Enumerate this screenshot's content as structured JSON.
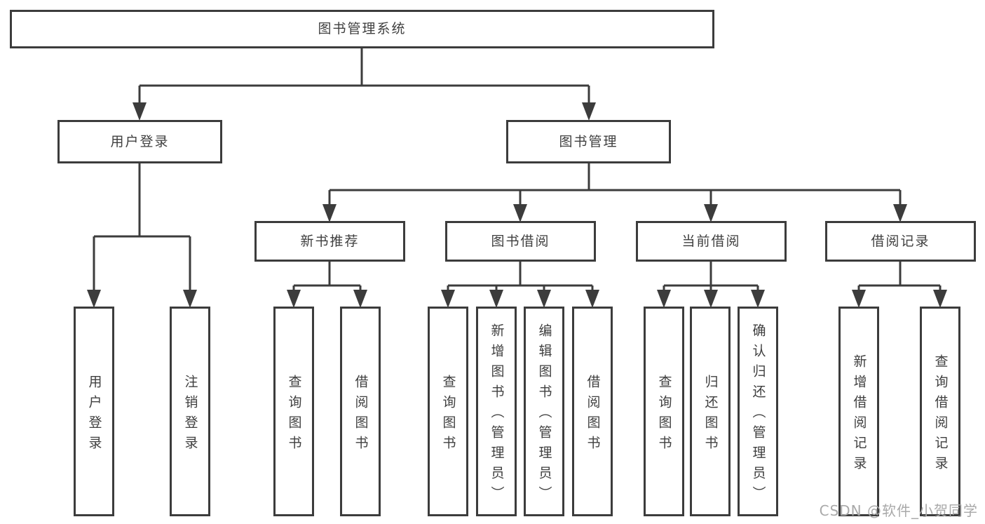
{
  "colors": {
    "line": "#3c3c3c",
    "box_border": "#3c3c3c",
    "text": "#3f3f3f",
    "background": "#ffffff",
    "watermark": "#a9a9a9"
  },
  "watermark": {
    "text": "CSDN @软件_小贺同学"
  },
  "tree": {
    "label": "图书管理系统",
    "children": [
      {
        "label": "用户登录",
        "children": [
          {
            "label": "用户登录"
          },
          {
            "label": "注销登录"
          }
        ]
      },
      {
        "label": "图书管理",
        "children": [
          {
            "label": "新书推荐",
            "children": [
              {
                "label": "查询图书"
              },
              {
                "label": "借阅图书"
              }
            ]
          },
          {
            "label": "图书借阅",
            "children": [
              {
                "label": "查询图书"
              },
              {
                "label": "新增图书（管理员）"
              },
              {
                "label": "编辑图书（管理员）"
              },
              {
                "label": "借阅图书"
              }
            ]
          },
          {
            "label": "当前借阅",
            "children": [
              {
                "label": "查询图书"
              },
              {
                "label": "归还图书"
              },
              {
                "label": "确认归还（管理员）"
              }
            ]
          },
          {
            "label": "借阅记录",
            "children": [
              {
                "label": "新增借阅记录"
              },
              {
                "label": "查询借阅记录"
              }
            ]
          }
        ]
      }
    ]
  }
}
